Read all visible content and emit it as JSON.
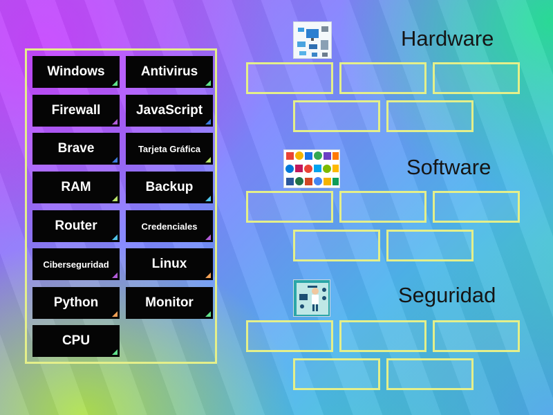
{
  "tiles": [
    {
      "label": "Windows",
      "corner": "#5fe08a"
    },
    {
      "label": "Antivirus",
      "corner": "#5fe08a"
    },
    {
      "label": "Firewall",
      "corner": "#b15bd8"
    },
    {
      "label": "JavaScript",
      "corner": "#3d7be0"
    },
    {
      "label": "Brave",
      "corner": "#3d7be0"
    },
    {
      "label": "Tarjeta Gráfica",
      "corner": "#b8e36a"
    },
    {
      "label": "RAM",
      "corner": "#b8e36a"
    },
    {
      "label": "Backup",
      "corner": "#4fc3e8"
    },
    {
      "label": "Router",
      "corner": "#4fc3e8"
    },
    {
      "label": "Credenciales",
      "corner": "#b15bd8"
    },
    {
      "label": "Ciberseguridad",
      "corner": "#b15bd8"
    },
    {
      "label": "Linux",
      "corner": "#f0a055"
    },
    {
      "label": "Python",
      "corner": "#f0a055"
    },
    {
      "label": "Monitor",
      "corner": "#5fe08a"
    },
    {
      "label": "CPU",
      "corner": "#5fe08a"
    }
  ],
  "categories": [
    {
      "title": "Hardware",
      "icon": "hardware-components-icon",
      "slots": 5
    },
    {
      "title": "Software",
      "icon": "software-logos-icon",
      "slots": 5
    },
    {
      "title": "Seguridad",
      "icon": "security-person-icon",
      "slots": 5
    }
  ],
  "colors": {
    "tile_bg": "#050505",
    "tile_text": "#ffffff",
    "outline": "#e4ef8a",
    "title_text": "#151515"
  }
}
